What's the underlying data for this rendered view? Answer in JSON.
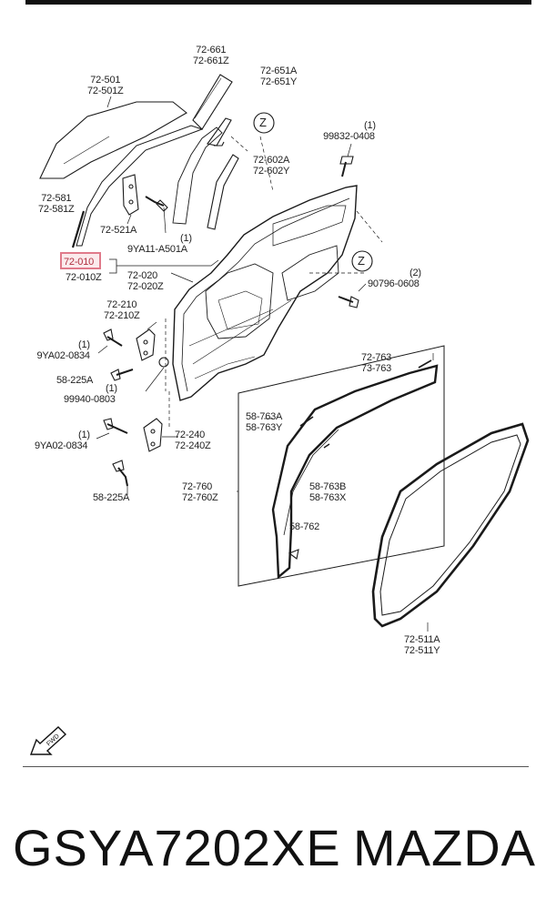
{
  "labels": {
    "p72_661": "72-661",
    "p72_661z": "72-661Z",
    "p72_501": "72-501",
    "p72_501z": "72-501Z",
    "p72_651a": "72-651A",
    "p72_651y": "72-651Y",
    "z_top": "Z",
    "qty_99832": "(1)",
    "p99832": "99832-0408",
    "p72_602a": "72-602A",
    "p72_602y": "72-602Y",
    "p72_581": "72-581",
    "p72_581z": "72-581Z",
    "p72_521a": "72-521A",
    "qty_9ya11": "(1)",
    "p9ya11": "9YA11-A501A",
    "p72_010": "72-010",
    "p72_010z": "72-010Z",
    "p72_020": "72-020",
    "p72_020z": "72-020Z",
    "z_mid": "Z",
    "qty_90796": "(2)",
    "p90796": "90796-0608",
    "p72_210": "72-210",
    "p72_210z": "72-210Z",
    "qty_9ya02_a": "(1)",
    "p9ya02_a": "9YA02-0834",
    "p58_225a_a": "58-225A",
    "qty_99940": "(1)",
    "p99940": "99940-0803",
    "p72_763": "72-763",
    "p73_763": "73-763",
    "p58_763a": "58-763A",
    "p58_763y": "58-763Y",
    "qty_9ya02_b": "(1)",
    "p9ya02_b": "9YA02-0834",
    "p72_240": "72-240",
    "p72_240z": "72-240Z",
    "p58_763b": "58-763B",
    "p58_763x": "58-763X",
    "p58_225a_b": "58-225A",
    "p72_760": "72-760",
    "p72_760z": "72-760Z",
    "p58_762": "58-762",
    "p72_511a": "72-511A",
    "p72_511y": "72-511Y",
    "fwd": "FWD"
  },
  "footer": {
    "part_number": "GSYA7202XE",
    "brand": "MAZDA"
  },
  "highlight_color": "#e07a8a"
}
